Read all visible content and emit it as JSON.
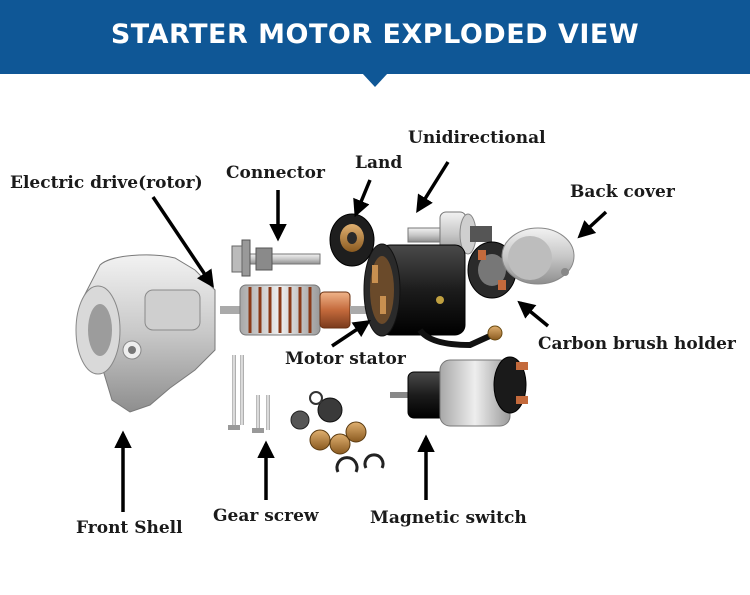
{
  "header": {
    "title": "STARTER MOTOR EXPLODED VIEW"
  },
  "labels": {
    "electric_drive": "Electric drive(rotor)",
    "connector": "Connector",
    "land": "Land",
    "unidirectional": "Unidirectional",
    "back_cover": "Back cover",
    "carbon_brush_holder": "Carbon brush holder",
    "motor_stator": "Motor stator",
    "front_shell": "Front Shell",
    "gear_screw": "Gear screw",
    "magnetic_switch": "Magnetic switch"
  }
}
